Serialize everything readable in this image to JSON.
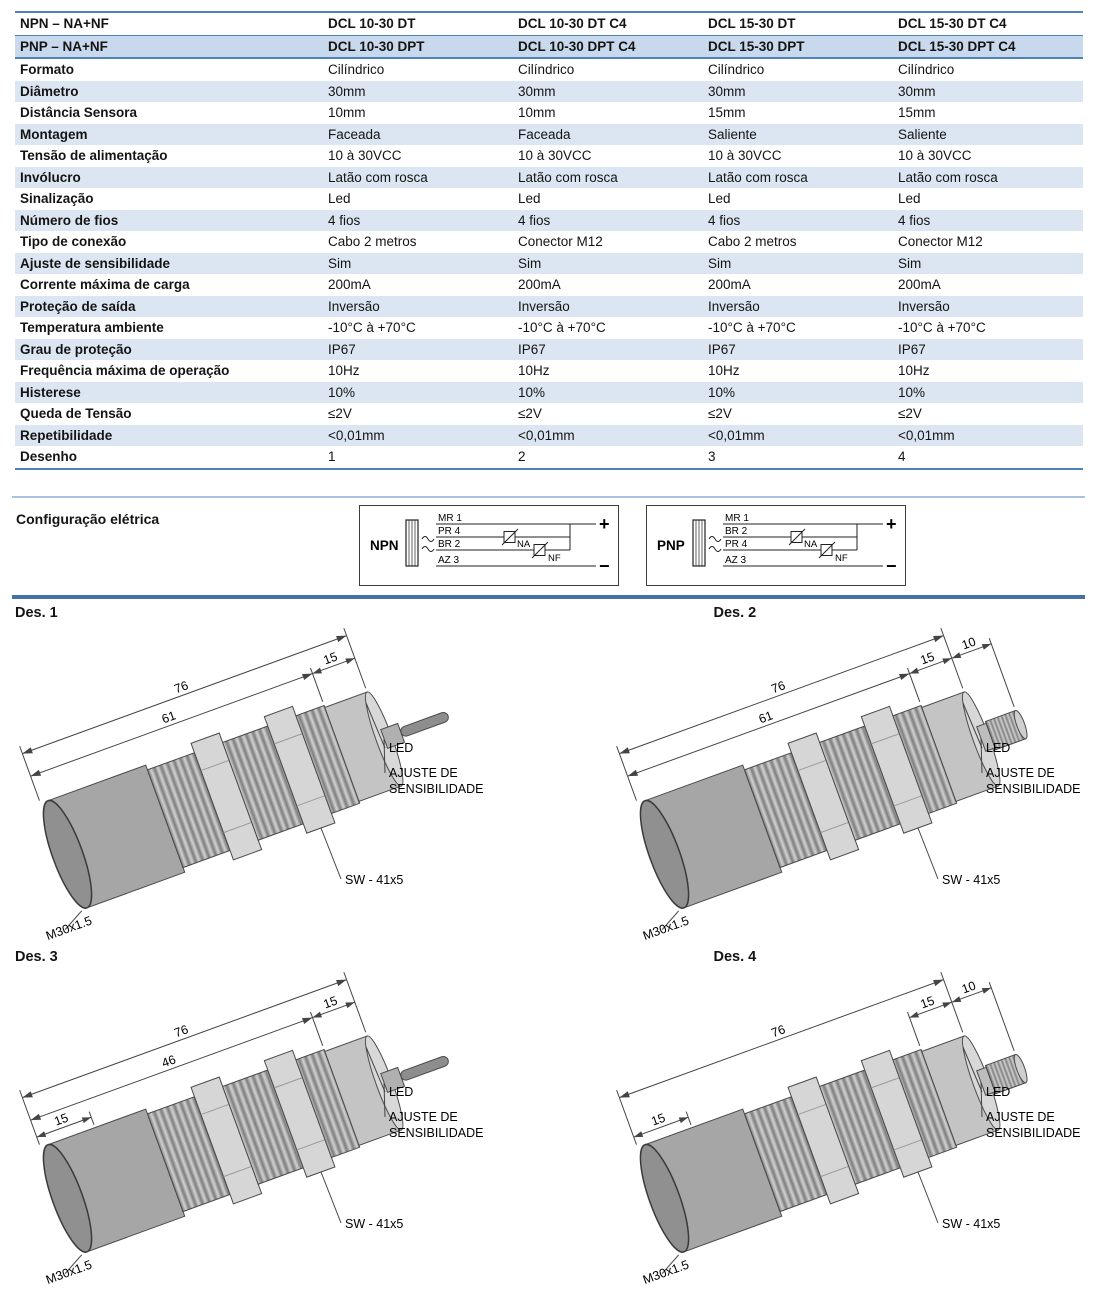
{
  "table": {
    "header_rows": [
      {
        "label": "NPN – NA+NF",
        "values": [
          "DCL 10-30 DT",
          "DCL 10-30 DT C4",
          "DCL 15-30 DT",
          "DCL 15-30 DT C4"
        ]
      },
      {
        "label": "PNP – NA+NF",
        "values": [
          "DCL 10-30 DPT",
          "DCL 10-30 DPT C4",
          "DCL 15-30 DPT",
          "DCL 15-30 DPT C4"
        ]
      }
    ],
    "rows": [
      {
        "label": "Formato",
        "values": [
          "Cilíndrico",
          "Cilíndrico",
          "Cilíndrico",
          "Cilíndrico"
        ]
      },
      {
        "label": "Diâmetro",
        "values": [
          "30mm",
          "30mm",
          "30mm",
          "30mm"
        ]
      },
      {
        "label": "Distância Sensora",
        "values": [
          "10mm",
          "10mm",
          "15mm",
          "15mm"
        ]
      },
      {
        "label": "Montagem",
        "values": [
          "Faceada",
          "Faceada",
          "Saliente",
          "Saliente"
        ]
      },
      {
        "label": "Tensão de alimentação",
        "values": [
          "10 à 30VCC",
          "10 à 30VCC",
          "10 à 30VCC",
          "10 à 30VCC"
        ]
      },
      {
        "label": "Invólucro",
        "values": [
          "Latão com rosca",
          "Latão com rosca",
          "Latão com rosca",
          "Latão com rosca"
        ]
      },
      {
        "label": "Sinalização",
        "values": [
          "Led",
          "Led",
          "Led",
          "Led"
        ]
      },
      {
        "label": "Número de fios",
        "values": [
          "4 fios",
          "4 fios",
          "4 fios",
          "4 fios"
        ]
      },
      {
        "label": "Tipo de conexão",
        "values": [
          "Cabo 2 metros",
          "Conector M12",
          "Cabo 2 metros",
          "Conector M12"
        ]
      },
      {
        "label": "Ajuste de sensibilidade",
        "values": [
          "Sim",
          "Sim",
          "Sim",
          "Sim"
        ]
      },
      {
        "label": "Corrente máxima de carga",
        "values": [
          "200mA",
          "200mA",
          "200mA",
          "200mA"
        ]
      },
      {
        "label": "Proteção de saída",
        "values": [
          "Inversão",
          "Inversão",
          "Inversão",
          "Inversão"
        ]
      },
      {
        "label": "Temperatura ambiente",
        "values": [
          "-10°C à +70°C",
          "-10°C à +70°C",
          "-10°C à +70°C",
          "-10°C à +70°C"
        ]
      },
      {
        "label": "Grau de proteção",
        "values": [
          "IP67",
          "IP67",
          "IP67",
          "IP67"
        ]
      },
      {
        "label": "Frequência máxima de operação",
        "values": [
          "10Hz",
          "10Hz",
          "10Hz",
          "10Hz"
        ]
      },
      {
        "label": "Histerese",
        "values": [
          "10%",
          "10%",
          "10%",
          "10%"
        ]
      },
      {
        "label": "Queda de Tensão",
        "values": [
          "≤2V",
          "≤2V",
          "≤2V",
          "≤2V"
        ]
      },
      {
        "label": "Repetibilidade",
        "values": [
          "<0,01mm",
          "<0,01mm",
          "<0,01mm",
          "<0,01mm"
        ]
      },
      {
        "label": "Desenho",
        "values": [
          "1",
          "2",
          "3",
          "4"
        ]
      }
    ]
  },
  "electrical": {
    "title": "Configuração elétrica",
    "diagrams": {
      "npn": {
        "label": "NPN",
        "wires": [
          "MR 1",
          "PR 4",
          "BR 2",
          "AZ 3"
        ],
        "na_label": "NA",
        "nf_label": "NF",
        "plus": "+",
        "minus": "−"
      },
      "pnp": {
        "label": "PNP",
        "wires": [
          "MR 1",
          "BR 2",
          "PR 4",
          "AZ 3"
        ],
        "na_label": "NA",
        "nf_label": "NF",
        "plus": "+",
        "minus": "−"
      }
    }
  },
  "drawings": [
    {
      "title": "Des. 1",
      "connector": "cable",
      "dims": {
        "outer": "76",
        "inner": "61",
        "rear": "15"
      },
      "thread": "M30x1.5",
      "wrench": "SW - 41x5",
      "led": "LED",
      "adjust_line1": "AJUSTE DE",
      "adjust_line2": "SENSIBILIDADE"
    },
    {
      "title": "Des. 2",
      "connector": "m12",
      "dims": {
        "outer": "76",
        "inner": "61",
        "rear": "15",
        "conn": "10"
      },
      "thread": "M30x1.5",
      "wrench": "SW - 41x5",
      "led": "LED",
      "adjust_line1": "AJUSTE DE",
      "adjust_line2": "SENSIBILIDADE"
    },
    {
      "title": "Des. 3",
      "connector": "cable",
      "dims": {
        "outer": "76",
        "inner": "46",
        "rear": "15",
        "front": "15"
      },
      "thread": "M30x1.5",
      "wrench": "SW - 41x5",
      "led": "LED",
      "adjust_line1": "AJUSTE DE",
      "adjust_line2": "SENSIBILIDADE"
    },
    {
      "title": "Des. 4",
      "connector": "m12",
      "dims": {
        "outer": "76",
        "rear": "15",
        "conn": "10",
        "front": "15"
      },
      "thread": "M30x1.5",
      "wrench": "SW - 41x5",
      "led": "LED",
      "adjust_line1": "AJUSTE DE",
      "adjust_line2": "SENSIBILIDADE"
    }
  ]
}
